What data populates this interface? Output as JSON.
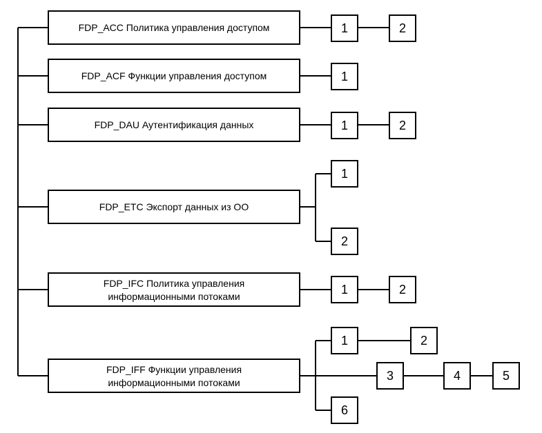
{
  "families": [
    {
      "lines": [
        "FDP_ACC Политика управления доступом"
      ],
      "components": [
        "1",
        "2"
      ]
    },
    {
      "lines": [
        "FDP_ACF Функции управления доступом"
      ],
      "components": [
        "1"
      ]
    },
    {
      "lines": [
        "FDP_DAU Аутентификация данных"
      ],
      "components": [
        "1",
        "2"
      ]
    },
    {
      "lines": [
        "FDP_ETC Экспорт данных из ОО"
      ],
      "components": [
        "1",
        "2"
      ]
    },
    {
      "lines": [
        "FDP_IFC Политика управления",
        "информационными потоками"
      ],
      "components": [
        "1",
        "2"
      ]
    },
    {
      "lines": [
        "FDP_IFF Функции управления",
        "информационными потоками"
      ],
      "components": [
        "1",
        "2",
        "3",
        "4",
        "5",
        "6"
      ]
    }
  ]
}
